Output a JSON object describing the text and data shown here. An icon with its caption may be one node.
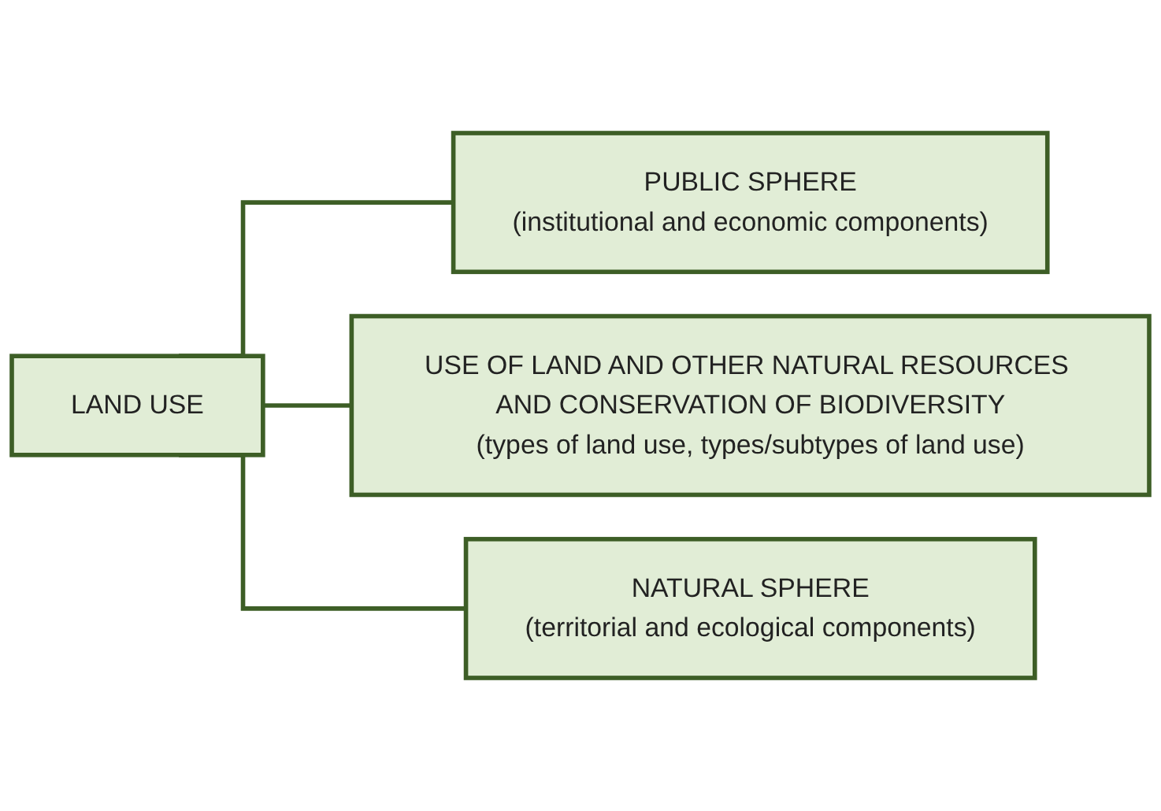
{
  "diagram": {
    "nodes": [
      {
        "text": [
          "LAND USE"
        ]
      },
      {
        "text": [
          "PUBLIC SPHERE",
          "(institutional and economic components)"
        ]
      },
      {
        "text": [
          "USE OF LAND AND OTHER NATURAL RESOURCES AND CONSERVATION OF BIODIVERSITY",
          "(types of land use, types/subtypes of land use)"
        ]
      },
      {
        "text": [
          "NATURAL SPHERE",
          "(territorial and ecological components)"
        ]
      }
    ],
    "edges": [
      {
        "from": 0,
        "to": 1,
        "arrow": "none"
      },
      {
        "from": 0,
        "to": 2,
        "arrow": "none"
      },
      {
        "from": 0,
        "to": 3,
        "arrow": "none"
      }
    ]
  }
}
